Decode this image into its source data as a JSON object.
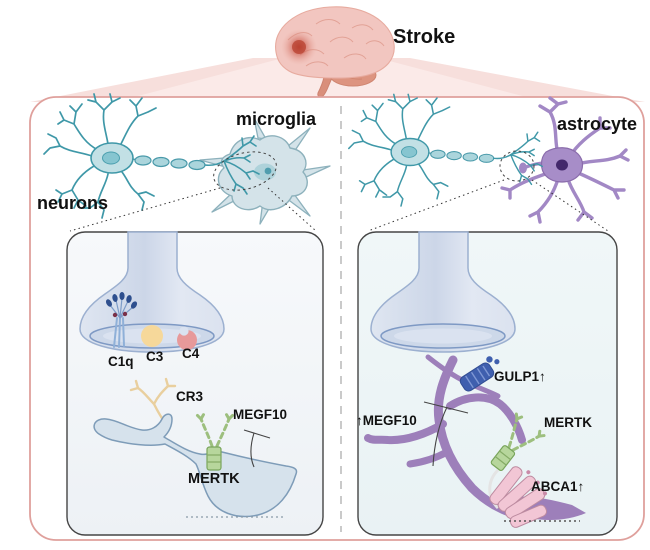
{
  "title": "Stroke",
  "left_panel": {
    "neurons_label": "neurons",
    "microglia_label": "microglia",
    "inset": {
      "c1q_label": "C1q",
      "c3_label": "C3",
      "c4_label": "C4",
      "cr3_label": "CR3",
      "megf10_label": "MEGF10",
      "mertk_label": "MERTK"
    }
  },
  "right_panel": {
    "astrocyte_label": "astrocyte",
    "inset": {
      "gulp1_label": "GULP1↑",
      "megf10_label": "↑MEGF10",
      "mertk_label": "MERTK",
      "abca1_label": "ABCA1↑"
    }
  },
  "colors": {
    "outer_border": "#dfa09c",
    "funnel_pink": "#f7dfdc",
    "brain_pink": "#f2c6c0",
    "stroke_spot_red": "#c0392b",
    "neuron_teal": "#3f98a8",
    "microglia_blue": "#d4e3e9",
    "astrocyte_purple": "#9d7fba",
    "bouton_blue": "#dde4f0",
    "c3_yellow": "#f6d89a",
    "c4_pink": "#e7999a",
    "cr3_tan": "#e9cf9e",
    "mertk_green": "#b7d69c",
    "gulp1_navy": "#3f5fae",
    "abca1_pink": "#f2c6d5"
  }
}
